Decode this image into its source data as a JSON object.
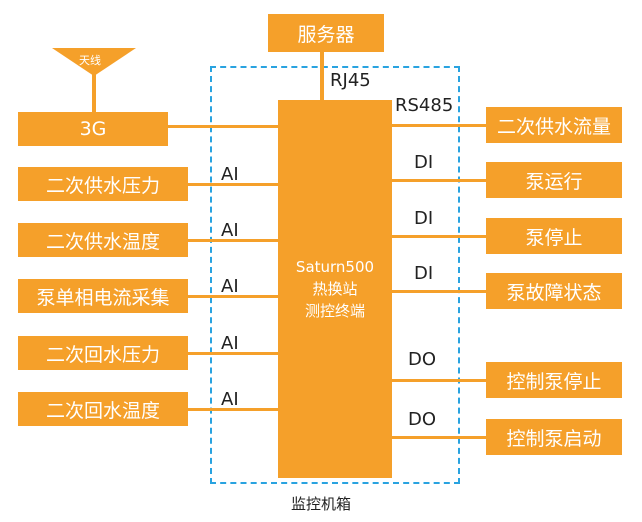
{
  "colors": {
    "accent": "#f5a02a",
    "frame": "#29a3e0",
    "text": "#222222"
  },
  "server": {
    "label": "服务器",
    "link": "RJ45"
  },
  "antenna": {
    "label": "天线",
    "icon": "antenna-icon"
  },
  "network": {
    "label": "3G"
  },
  "terminal": {
    "lines": [
      "Saturn500",
      "热换站",
      "测控终端"
    ]
  },
  "cabinet": {
    "label": "监控机箱"
  },
  "inputs": [
    {
      "label": "二次供水压力",
      "signal": "AI"
    },
    {
      "label": "二次供水温度",
      "signal": "AI"
    },
    {
      "label": "泵单相电流采集",
      "signal": "AI"
    },
    {
      "label": "二次回水压力",
      "signal": "AI"
    },
    {
      "label": "二次回水温度",
      "signal": "AI"
    }
  ],
  "outputs": [
    {
      "label": "二次供水流量",
      "signal": "RS485"
    },
    {
      "label": "泵运行",
      "signal": "DI"
    },
    {
      "label": "泵停止",
      "signal": "DI"
    },
    {
      "label": "泵故障状态",
      "signal": "DI"
    },
    {
      "label": "控制泵停止",
      "signal": "DO"
    },
    {
      "label": "控制泵启动",
      "signal": "DO"
    }
  ]
}
